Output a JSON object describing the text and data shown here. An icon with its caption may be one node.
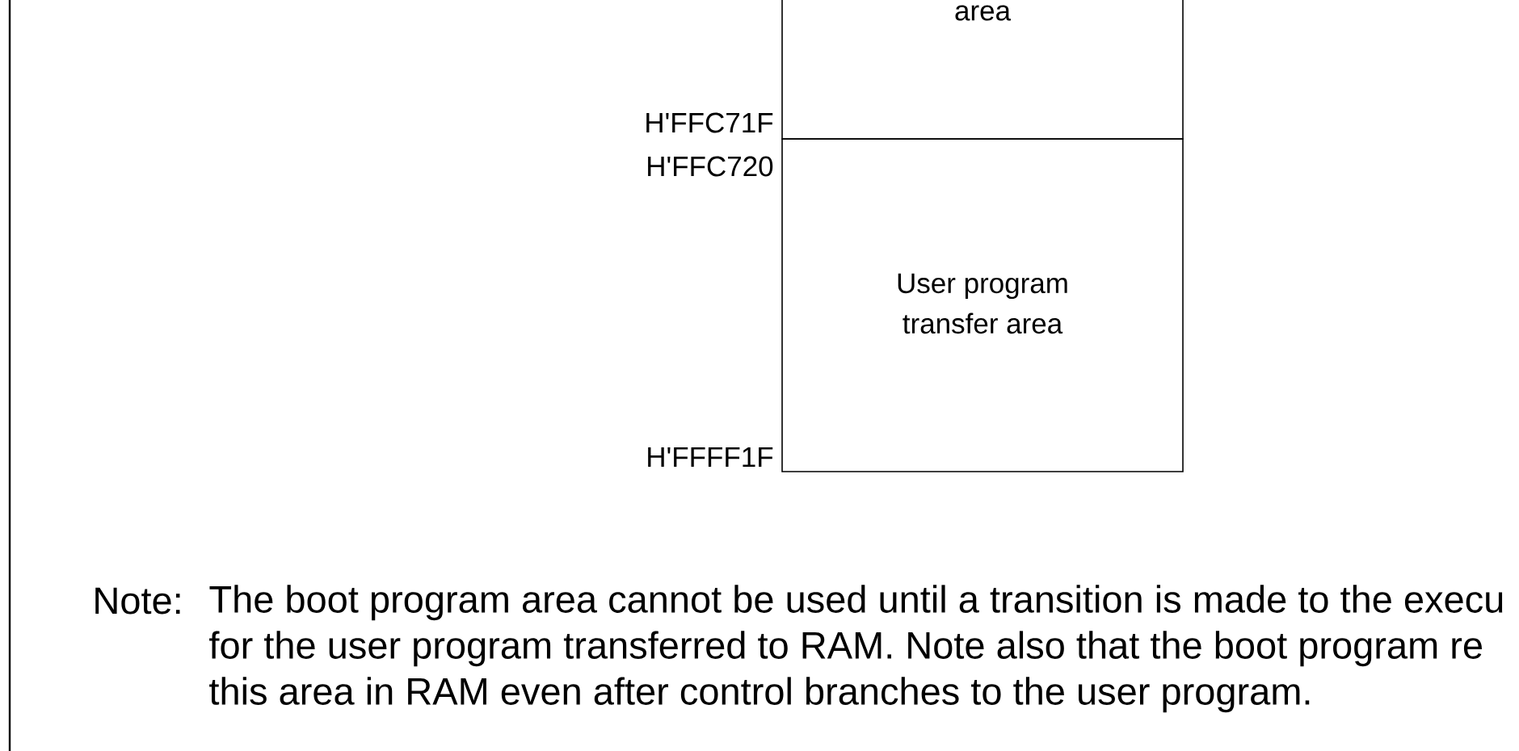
{
  "diagram": {
    "nodes": [
      {
        "text": [
          "area"
        ]
      },
      {
        "text": [
          "User program transfer area"
        ]
      }
    ],
    "edges": [],
    "labels": [
      "H'FFC71F",
      "H'FFC720",
      "H'FFFF1F",
      "Note:",
      "The boot program area cannot be used until a transition is made to the execu for the user program transferred to RAM. Note also that the boot program re this area in RAM even after control branches to the user program."
    ]
  }
}
